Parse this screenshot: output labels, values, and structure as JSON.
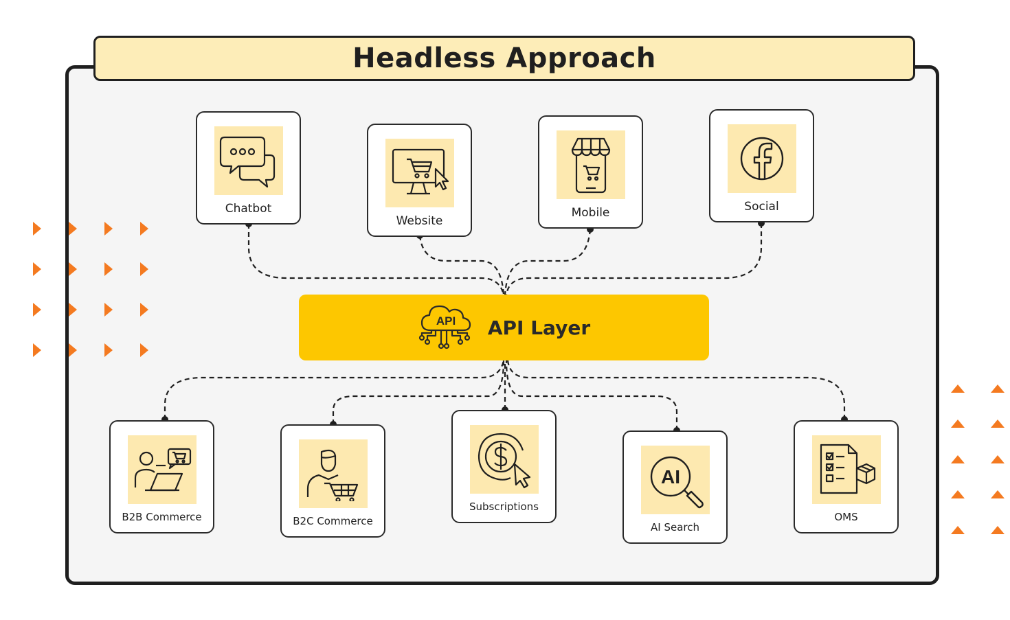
{
  "title": "Headless Approach",
  "hub": {
    "label": "API Layer",
    "icon": "cloud-api-icon",
    "icon_text": "API"
  },
  "channels": [
    {
      "label": "Chatbot",
      "icon": "chat-bubbles-icon"
    },
    {
      "label": "Website",
      "icon": "monitor-cart-icon"
    },
    {
      "label": "Mobile",
      "icon": "mobile-store-icon"
    },
    {
      "label": "Social",
      "icon": "facebook-icon"
    }
  ],
  "services": [
    {
      "label": "B2B Commerce",
      "icon": "person-laptop-cart-icon"
    },
    {
      "label": "B2C Commerce",
      "icon": "person-cart-icon"
    },
    {
      "label": "Subscriptions",
      "icon": "dollar-coin-icon"
    },
    {
      "label": "AI Search",
      "icon": "ai-search-icon",
      "icon_text": "AI"
    },
    {
      "label": "OMS",
      "icon": "checklist-box-icon"
    }
  ],
  "colors": {
    "accent": "#fdc700",
    "tile": "#fde9b0",
    "banner": "#fdedb8",
    "decor": "#f47a20",
    "frame": "#1f1f1f",
    "background": "#f5f5f5"
  }
}
